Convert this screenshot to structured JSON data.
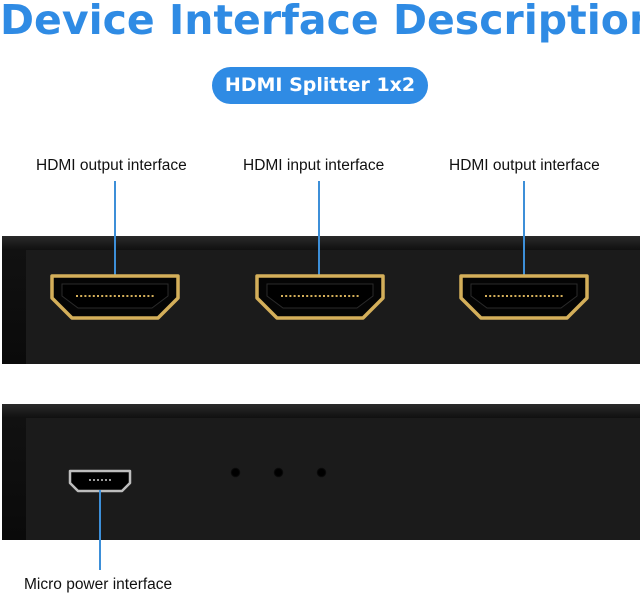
{
  "title": "Device Interface Description",
  "product_badge": "HDMI Splitter 1x2",
  "labels": {
    "left_output": "HDMI output interface",
    "input": "HDMI input interface",
    "right_output": "HDMI output interface",
    "power": "Micro power interface"
  },
  "colors": {
    "accent": "#2f8be4",
    "leader_line": "#3d8fd8",
    "device_body": "#1b1b1b",
    "port_trim": "#d4af5a"
  },
  "icons": [
    "hdmi-port-icon",
    "micro-usb-port-icon",
    "led-indicator-icon"
  ]
}
